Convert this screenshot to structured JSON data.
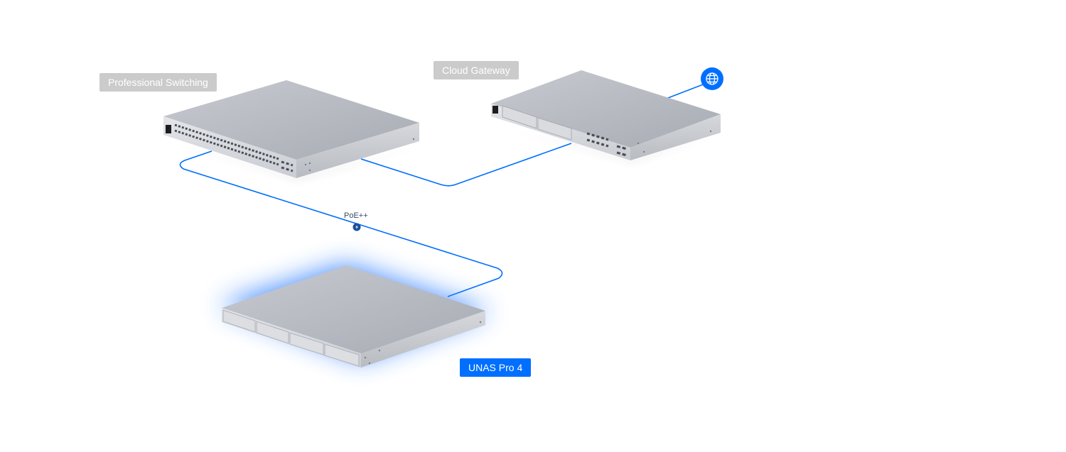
{
  "devices": {
    "switch": {
      "label": "Professional Switching"
    },
    "gateway": {
      "label": "Cloud Gateway"
    },
    "unas": {
      "label": "UNAS Pro 4"
    }
  },
  "links": {
    "poe_label": "PoE++"
  },
  "icons": {
    "internet": "globe-icon",
    "power": "lightning-icon"
  },
  "colors": {
    "link": "#006fff",
    "tag_grey": "#cbcbcb",
    "tag_blue": "#006fff",
    "glow": "#2b7bff"
  }
}
